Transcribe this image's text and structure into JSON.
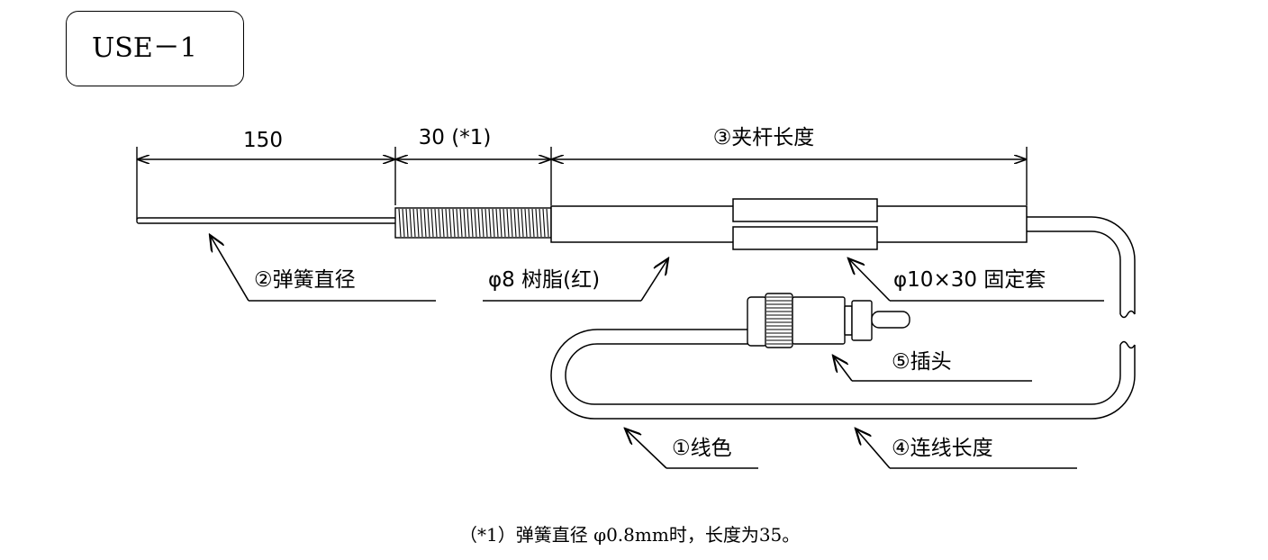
{
  "title": "USE－1",
  "dimensions": {
    "wire_length": "150",
    "spring_length": "30 (*1)",
    "clamp_length": "③夹杆长度"
  },
  "callouts": {
    "spring_diameter": "②弹簧直径",
    "resin": "φ8 树脂(红)",
    "fixing_sleeve": "φ10×30 固定套",
    "plug": "⑤插头",
    "wire_color": "①线色",
    "cable_length": "④连线长度"
  },
  "footnote": "（*1）弹簧直径 φ0.8mm时，长度为35。"
}
